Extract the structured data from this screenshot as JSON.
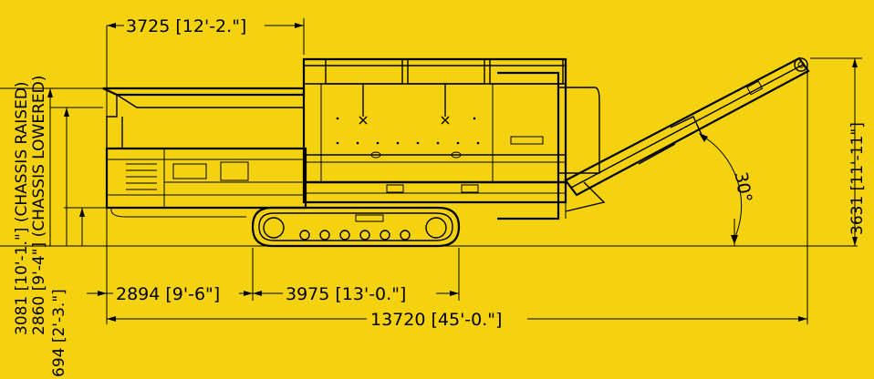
{
  "background_color": "#f5d20f",
  "line_color": "#000000",
  "dimensions": {
    "top_span": "3725 [12'-2.\"]",
    "track_offset": "2894 [9'-6\"]",
    "track_length": "3975 [13'-0.\"]",
    "overall_length": "13720 [45'-0.\"]",
    "conveyor_height": "3631 [11'-11\"]",
    "conveyor_angle": "30°",
    "height_raised": "3081 [10'-1.\"] (CHASSIS RAISED)",
    "height_lowered": "2860 [9'-4\"] (CHASSIS LOWERED)",
    "ground_clearance": "694 [2'-3.\"]"
  }
}
